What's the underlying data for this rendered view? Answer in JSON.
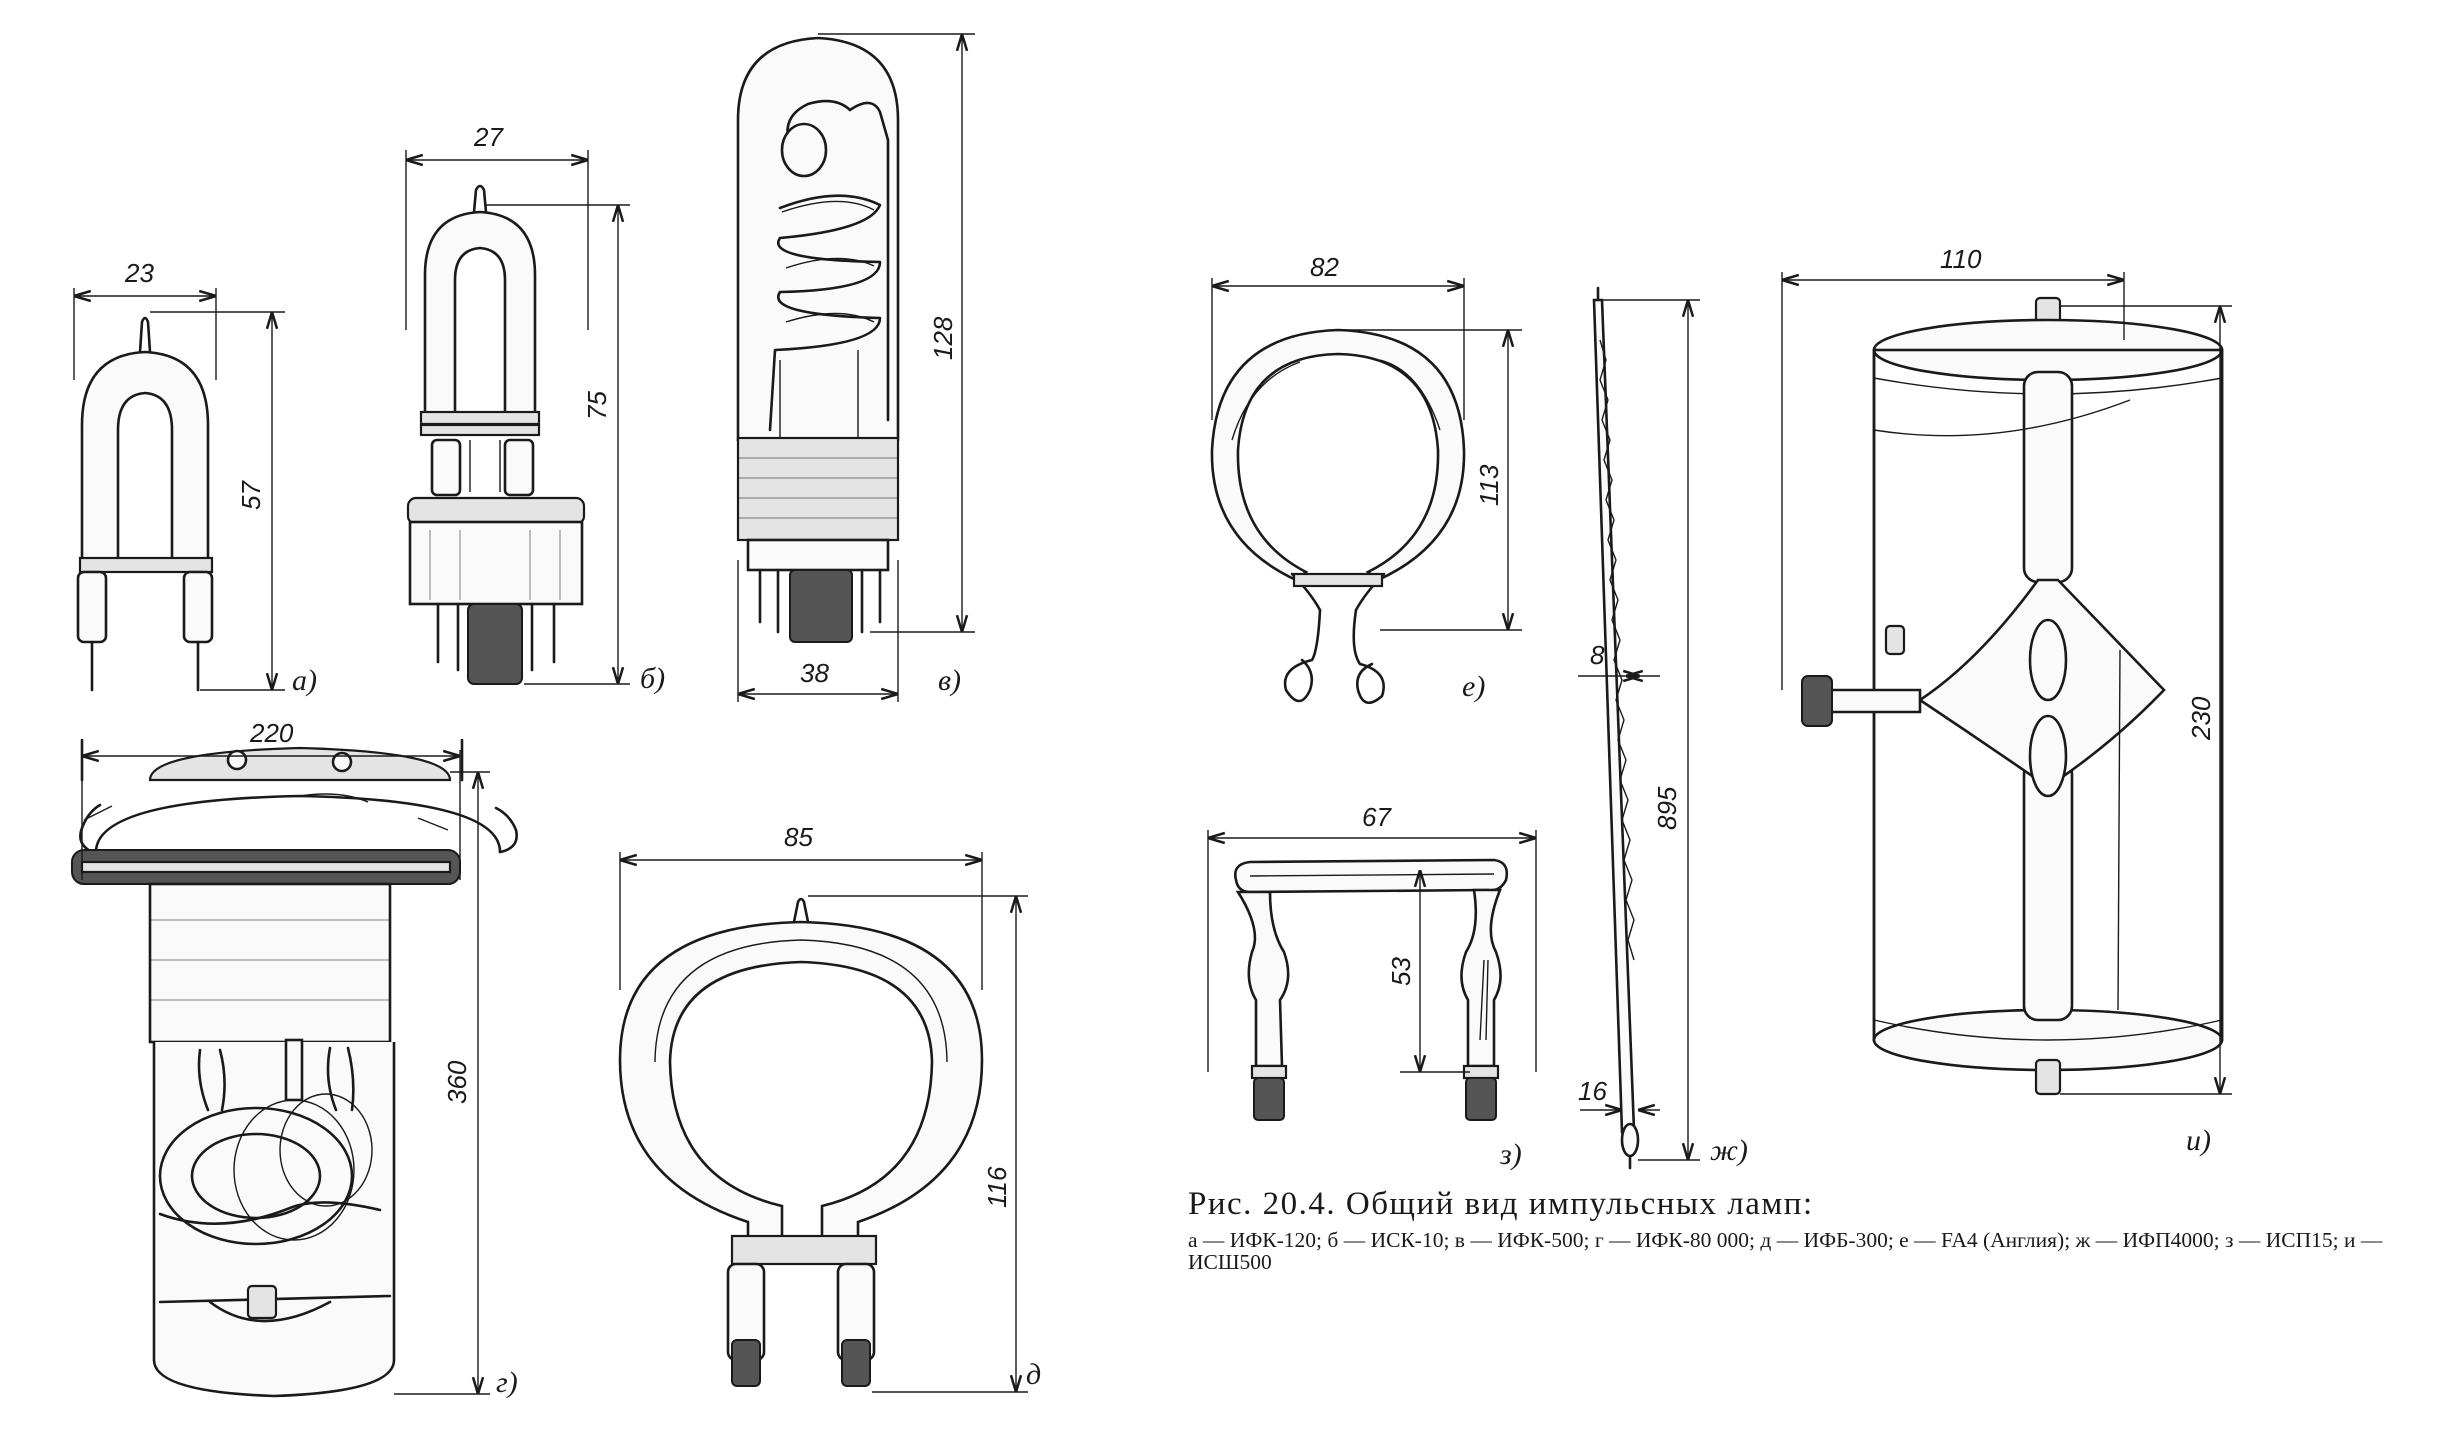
{
  "figure": {
    "parts": {
      "a": {
        "label": "а)",
        "width": "23",
        "height": "57"
      },
      "b": {
        "label": "б)",
        "width": "27",
        "height": "75"
      },
      "v": {
        "label": "в)",
        "width": "38",
        "height": "128"
      },
      "g": {
        "label": "г)",
        "width": "220",
        "height": "360"
      },
      "d": {
        "label": "д",
        "width": "85",
        "height": "116"
      },
      "e": {
        "label": "е)",
        "width": "82",
        "height": "113"
      },
      "zh": {
        "label": "ж)",
        "width_top": "8",
        "length": "895",
        "width_bottom": "16"
      },
      "z": {
        "label": "з)",
        "width": "67",
        "height": "53"
      },
      "i": {
        "label": "и)",
        "width": "110",
        "height": "230"
      }
    }
  },
  "caption": {
    "title": "Рис. 20.4.  Общий вид импульсных ламп:",
    "items": "а — ИФК-120;  б — ИСК-10;  в — ИФК-500;  г — ИФК-80 000;   д — ИФБ-300;  е — FA4 (Англия);  ж — ИФП4000;  з — ИСП15;  и — ИСШ500"
  }
}
